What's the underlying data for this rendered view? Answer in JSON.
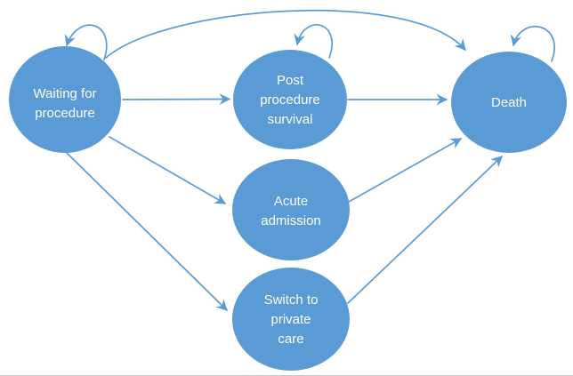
{
  "diagram": {
    "background": "#ffffff",
    "node_fill_color": "#5b9bd5",
    "arrow_color": "#5b9bd5",
    "label_color": "#ffffff",
    "nodes": [
      {
        "id": "waiting-for-procedure",
        "label": "Waiting for procedure",
        "lines": [
          "Waiting for",
          "procedure"
        ],
        "self_loop": true
      },
      {
        "id": "post-procedure-survival",
        "label": "Post procedure survival",
        "lines": [
          "Post",
          "procedure",
          "survival"
        ],
        "self_loop": true
      },
      {
        "id": "acute-admission",
        "label": "Acute admission",
        "lines": [
          "Acute",
          "admission"
        ],
        "self_loop": false
      },
      {
        "id": "switch-to-private-care",
        "label": "Switch to private care",
        "lines": [
          "Switch to",
          "private",
          "care"
        ],
        "self_loop": false
      },
      {
        "id": "death",
        "label": "Death",
        "lines": [
          "Death"
        ],
        "self_loop": true
      }
    ],
    "transitions": [
      {
        "from": "Waiting for procedure",
        "to": "Waiting for procedure"
      },
      {
        "from": "Waiting for procedure",
        "to": "Post procedure survival"
      },
      {
        "from": "Waiting for procedure",
        "to": "Acute admission"
      },
      {
        "from": "Waiting for procedure",
        "to": "Switch to private care"
      },
      {
        "from": "Waiting for procedure",
        "to": "Death"
      },
      {
        "from": "Post procedure survival",
        "to": "Post procedure survival"
      },
      {
        "from": "Post procedure survival",
        "to": "Death"
      },
      {
        "from": "Acute admission",
        "to": "Death"
      },
      {
        "from": "Switch to private care",
        "to": "Death"
      },
      {
        "from": "Death",
        "to": "Death"
      }
    ]
  }
}
